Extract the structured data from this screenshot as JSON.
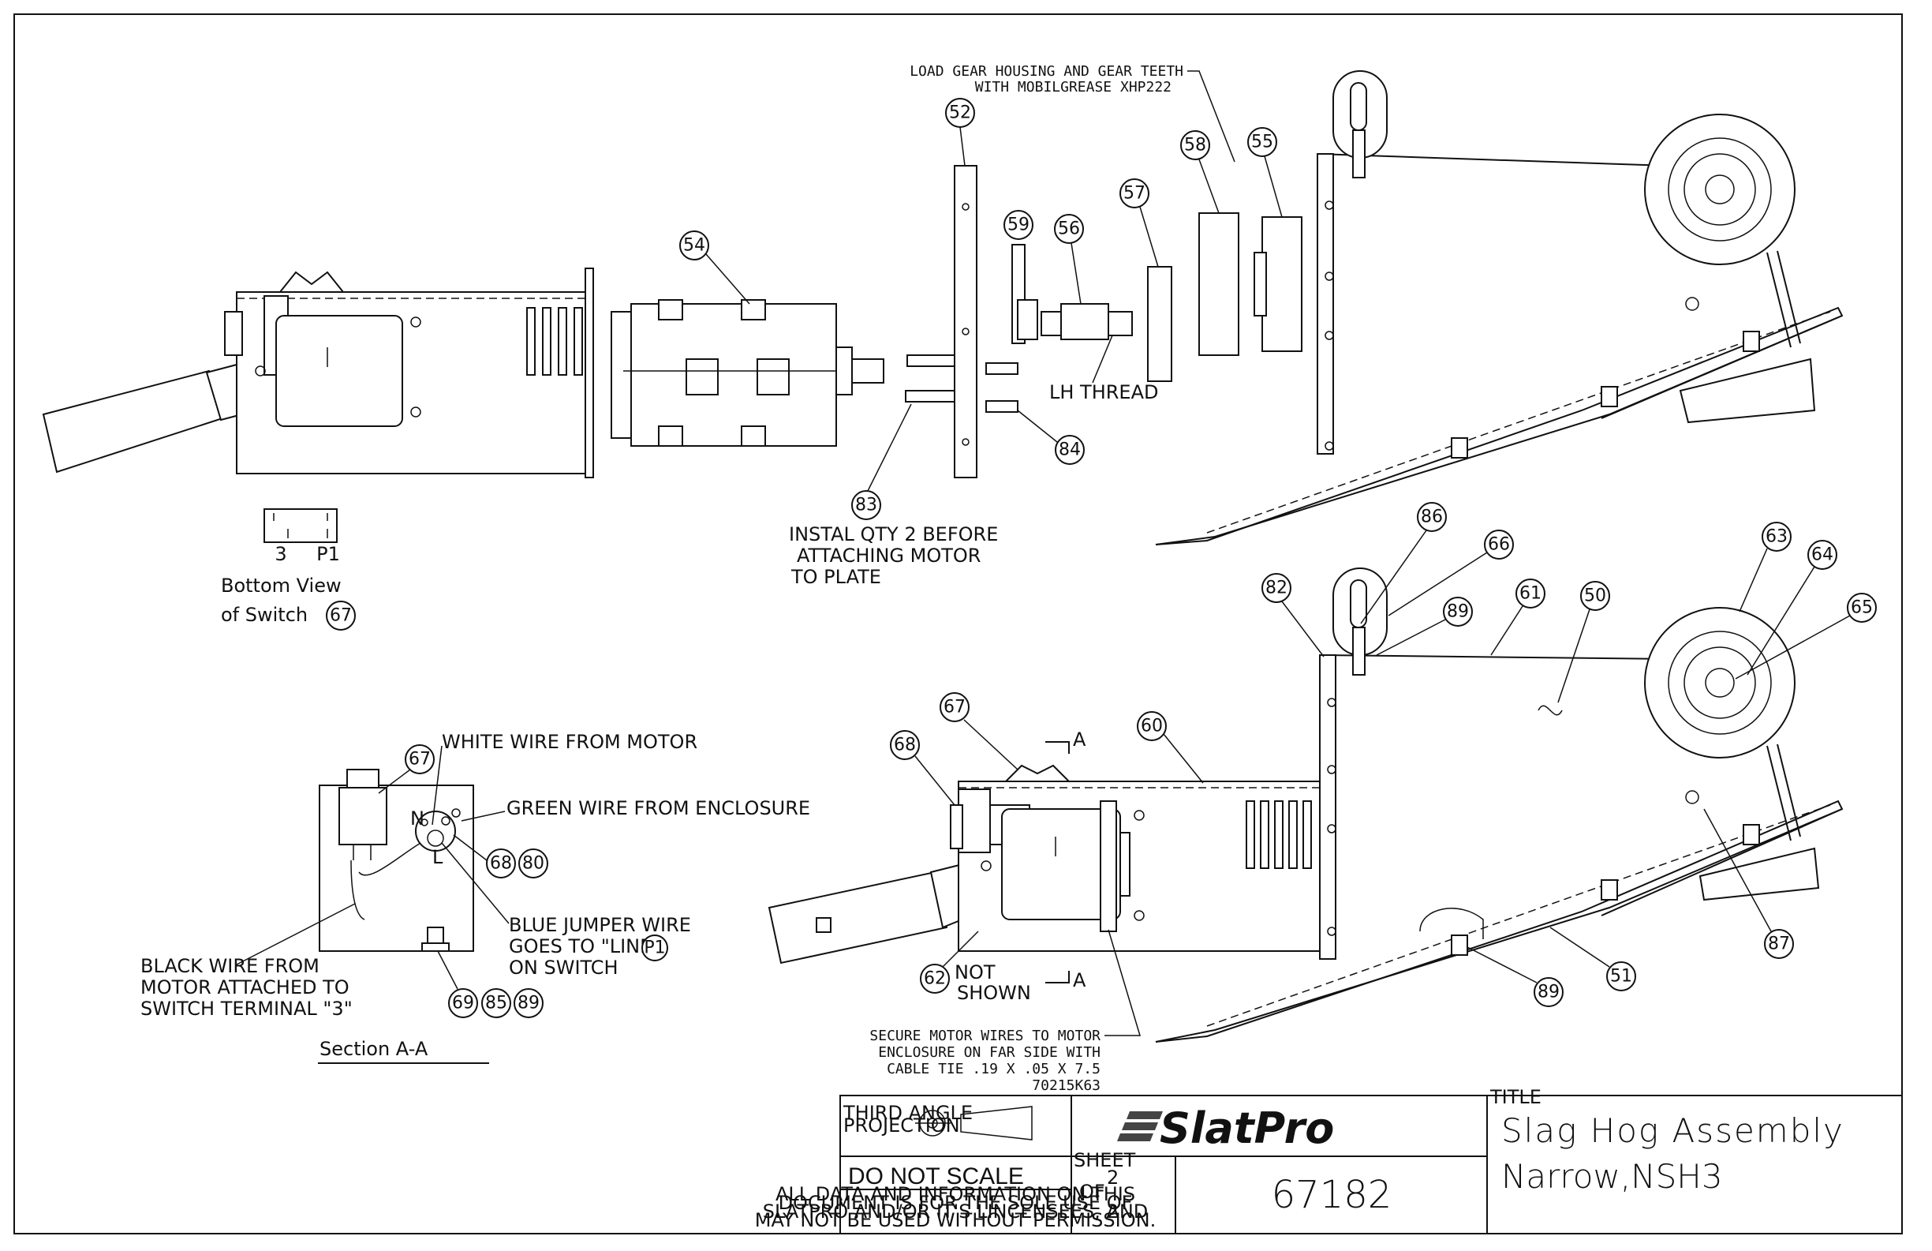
{
  "notes": {
    "load_gear_line1": "LOAD GEAR HOUSING AND GEAR TEETH",
    "load_gear_line2": "WITH MOBILGREASE XHP222",
    "lh_thread": "LH THREAD",
    "instal_line1": "INSTAL QTY 2 BEFORE",
    "instal_line2": "ATTACHING MOTOR",
    "instal_line3": "TO PLATE",
    "bottom_view_line1": "Bottom View",
    "bottom_view_line2": "of Switch",
    "switch_term_3": "3",
    "switch_term_p1": "P1",
    "white_wire": "WHITE WIRE FROM MOTOR",
    "green_wire": "GREEN WIRE FROM ENCLOSURE",
    "blue_jumper_line1": "BLUE JUMPER WIRE",
    "blue_jumper_line2": "GOES TO \"LINE\"",
    "blue_jumper_line3": "ON SWITCH",
    "black_wire_line1": "BLACK WIRE FROM",
    "black_wire_line2": "MOTOR ATTACHED TO",
    "black_wire_line3": "SWITCH TERMINAL   \"3\"",
    "section_title": "Section A-A",
    "not_shown_line1": "NOT",
    "not_shown_line2": "SHOWN",
    "section_marker_a": "A",
    "switch_n": "N",
    "switch_l": "L",
    "secure_line1": "SECURE MOTOR WIRES TO MOTOR",
    "secure_line2": "ENCLOSURE ON FAR SIDE WITH",
    "secure_line3": "CABLE TIE .19 X .05 X 7.5",
    "secure_line4": "70215K63"
  },
  "callouts": {
    "c52": "52",
    "c54": "54",
    "c55": "55",
    "c56": "56",
    "c57": "57",
    "c58": "58",
    "c59": "59",
    "c83": "83",
    "c84": "84",
    "c67_bottom": "67",
    "c67_section": "67",
    "c68_section": "68",
    "c80": "80",
    "c69": "69",
    "c85": "85",
    "c89_section": "89",
    "c61": "61",
    "c63": "63",
    "c64": "64",
    "c65": "65",
    "c66": "66",
    "c86": "86",
    "c82": "82",
    "c89_top": "89",
    "c50": "50",
    "c60": "60",
    "c67_main": "67",
    "c68_main": "68",
    "c62": "62",
    "c87": "87",
    "c51": "51",
    "c89_bottom": "89",
    "cp1": "P1"
  },
  "title_block": {
    "projection_line1": "THIRD ANGLE",
    "projection_line2": "PROJECTION",
    "do_not_scale": "DO NOT SCALE",
    "disclaimer_line1": "ALL DATA AND INFORMATION ON THIS",
    "disclaimer_line2": "DOCUMENT IS FOR THE SOLE USE OF",
    "disclaimer_line3": "SLATPRO AND/OR IT'S LINCENSEES, AND",
    "disclaimer_line4": "MAY NOT BE USED WITHOUT PERMISSION.",
    "logo": "SlatPro",
    "sheet_label": "SHEET",
    "sheet": "2",
    "of_label": "OF",
    "of": "2",
    "part_number": "67182",
    "title_label": "TITLE",
    "title_line1": "Slag Hog Assembly",
    "title_line2": "Narrow,NSH3"
  }
}
